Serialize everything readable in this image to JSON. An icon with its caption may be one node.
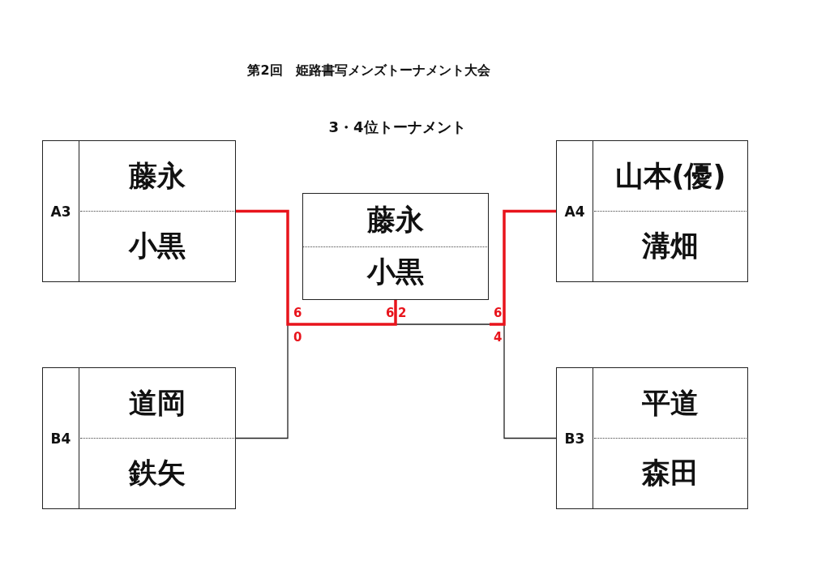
{
  "diagram": {
    "title": "第2回　姫路書写メンズトーナメント大会",
    "caption": "3・4位トーナメント",
    "nodes": [
      {
        "text": [
          "A3",
          "藤永",
          "小黒"
        ]
      },
      {
        "text": [
          "B4",
          "道岡",
          "鉄矢"
        ]
      },
      {
        "text": [
          "藤永",
          "小黒"
        ]
      },
      {
        "text": [
          "A4",
          "山本(優)",
          "溝畑"
        ]
      },
      {
        "text": [
          "B3",
          "平道",
          "森田"
        ]
      }
    ],
    "edges": [
      {
        "from": 1,
        "to": 2,
        "arrow": "none"
      },
      {
        "from": 0,
        "to": 2,
        "arrow": "none",
        "style": "thick",
        "color": "#e8141c"
      },
      {
        "from": 4,
        "to": 2,
        "arrow": "none"
      },
      {
        "from": 3,
        "to": 2,
        "arrow": "none",
        "style": "thick",
        "color": "#e8141c"
      }
    ],
    "labels": [
      "6",
      "6",
      "2",
      "6",
      "0",
      "4"
    ]
  }
}
